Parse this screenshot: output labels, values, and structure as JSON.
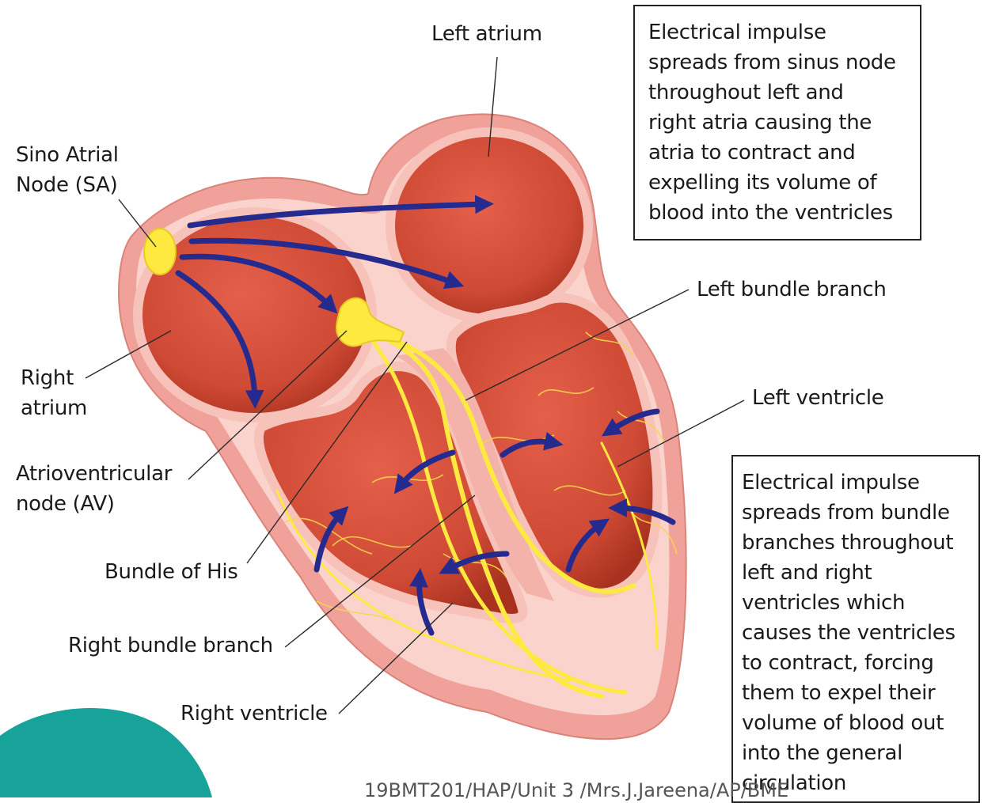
{
  "labels": {
    "left_atrium": "Left atrium",
    "sa_node_1": "Sino Atrial",
    "sa_node_2": "Node (SA)",
    "left_bundle_branch": "Left bundle branch",
    "right_atrium_1": "Right",
    "right_atrium_2": "atrium",
    "left_ventricle": "Left ventricle",
    "av_node_1": "Atrioventricular",
    "av_node_2": "node (AV)",
    "bundle_of_his": "Bundle of His",
    "right_bundle_branch": "Right bundle branch",
    "right_ventricle": "Right ventricle"
  },
  "info_boxes": {
    "atria": [
      "Electrical impulse",
      "spreads from sinus node",
      "throughout left and",
      "right atria causing the",
      "atria to contract and",
      "expelling its volume of",
      "blood into the ventricles"
    ],
    "ventricles": [
      "Electrical impulse",
      "spreads from bundle",
      "branches throughout",
      "left and right",
      "ventricles which",
      "causes the ventricles",
      "to contract, forcing",
      "them to expel their",
      "volume of blood out",
      "into the general",
      "circulation"
    ]
  },
  "footer": "19BMT201/HAP/Unit 3 /Mrs.J.Jareena/AP/BME",
  "colors": {
    "tissue_outer": "#f0a29a",
    "tissue_inner": "#fbd3cd",
    "chamber": "#cf4a35",
    "chamber_dark": "#a9321f",
    "conduction": "#fde93f",
    "conduction_thin": "#f5d54a",
    "arrow": "#252a8f",
    "teal_shape": "#17a39a"
  }
}
